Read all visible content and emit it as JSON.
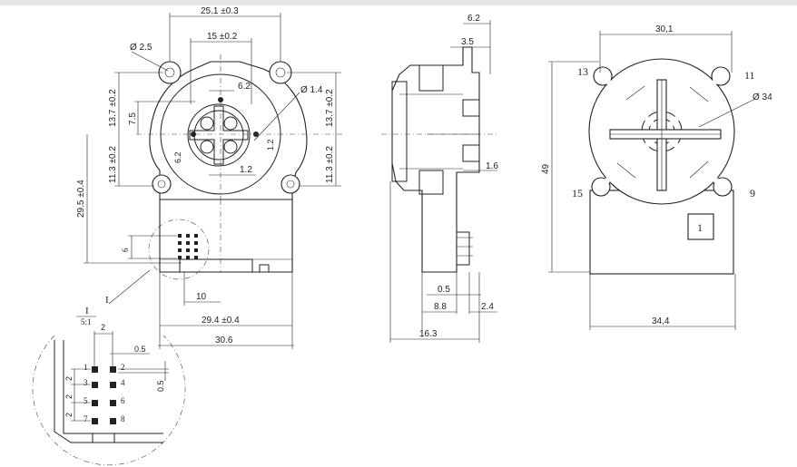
{
  "front_view": {
    "dim_overall_top": "25.1 ±0.3",
    "dim_inner_top": "15 ±0.2",
    "dim_hole": "Ø 2.5",
    "dim_center_small": "6.2",
    "dim_pin_dia": "Ø 1.4",
    "dim_left_upper": "13.7 ±0.2",
    "dim_left_mid": "7.5",
    "dim_left_lower": "11.3 ±0.2",
    "dim_right_upper": "13.7 ±0.2",
    "dim_right_lower": "11.3 ±0.2",
    "dim_right_small": "1.2",
    "dim_vertical_small": "6.2",
    "dim_bottom_small": "1.2",
    "dim_vertical_long": "29.5 ±0.4",
    "dim_connector_height": "6",
    "dim_connector_offset": "10",
    "dim_width_mid": "29.4 ±0.4",
    "dim_width_total": "30.6",
    "detail_marker": "I"
  },
  "side_view": {
    "dim_top_a": "6.2",
    "dim_top_b": "3.5",
    "dim_right": "1.6",
    "dim_bottom_a": "0.5",
    "dim_bottom_b": "8.8",
    "dim_bottom_c": "2.4",
    "dim_total": "16.3"
  },
  "rear_view": {
    "dim_top": "30,1",
    "dim_diameter": "Ø 34",
    "dim_height": "49",
    "dim_width": "34,4",
    "label_tl": "13",
    "label_tr": "11",
    "label_bl": "15",
    "label_br": "9",
    "box_label": "1"
  },
  "detail_view": {
    "title": "I",
    "scale": "5:1",
    "dim_pitch_top": "2",
    "dim_gap": "0.5",
    "dim_right_small": "0.5",
    "dim_left_pitch_1": "2",
    "dim_left_pitch_2": "2",
    "dim_left_pitch_3": "2",
    "pin_labels": [
      "1",
      "2",
      "3",
      "4",
      "5",
      "6",
      "7",
      "8"
    ]
  }
}
